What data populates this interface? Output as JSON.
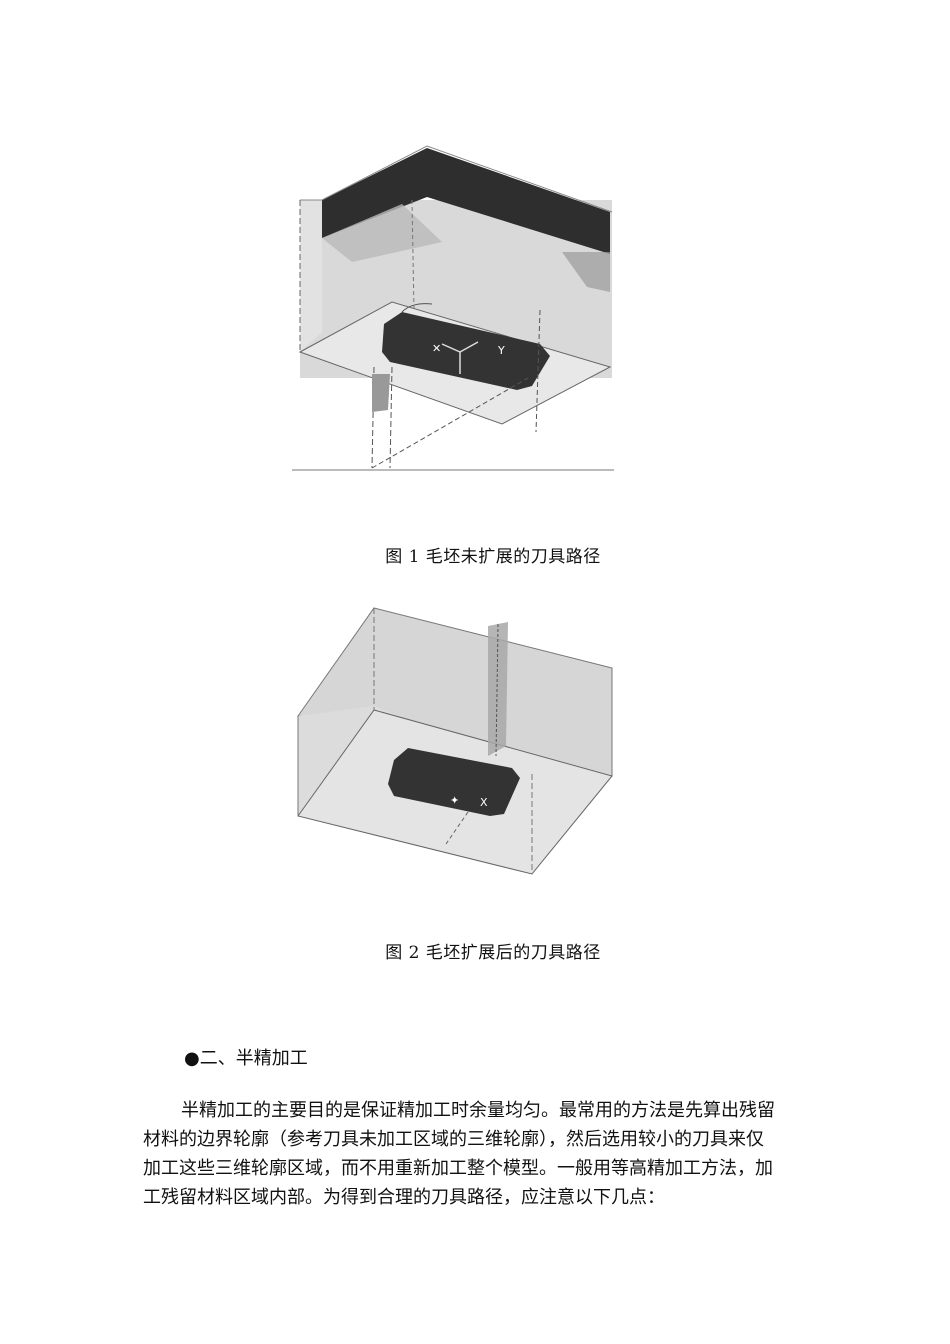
{
  "figures": [
    {
      "caption": "图 1  毛坯未扩展的刀具路径"
    },
    {
      "caption": "图 2 毛坯扩展后的刀具路径"
    }
  ],
  "section": {
    "bullet": "●",
    "heading": "二、半精加工"
  },
  "paragraph_lines": [
    "半精加工的主要目的是保证精加工时余量均匀。最常用的方法是先算出残留",
    "材料的边界轮廓（参考刀具未加工区域的三维轮廓），然后选用较小的刀具来仅",
    "加工这些三维轮廓区域，而不用重新加工整个模型。一般用等高精加工方法，加",
    "工残留材料区域内部。为得到合理的刀具路径，应注意以下几点："
  ]
}
